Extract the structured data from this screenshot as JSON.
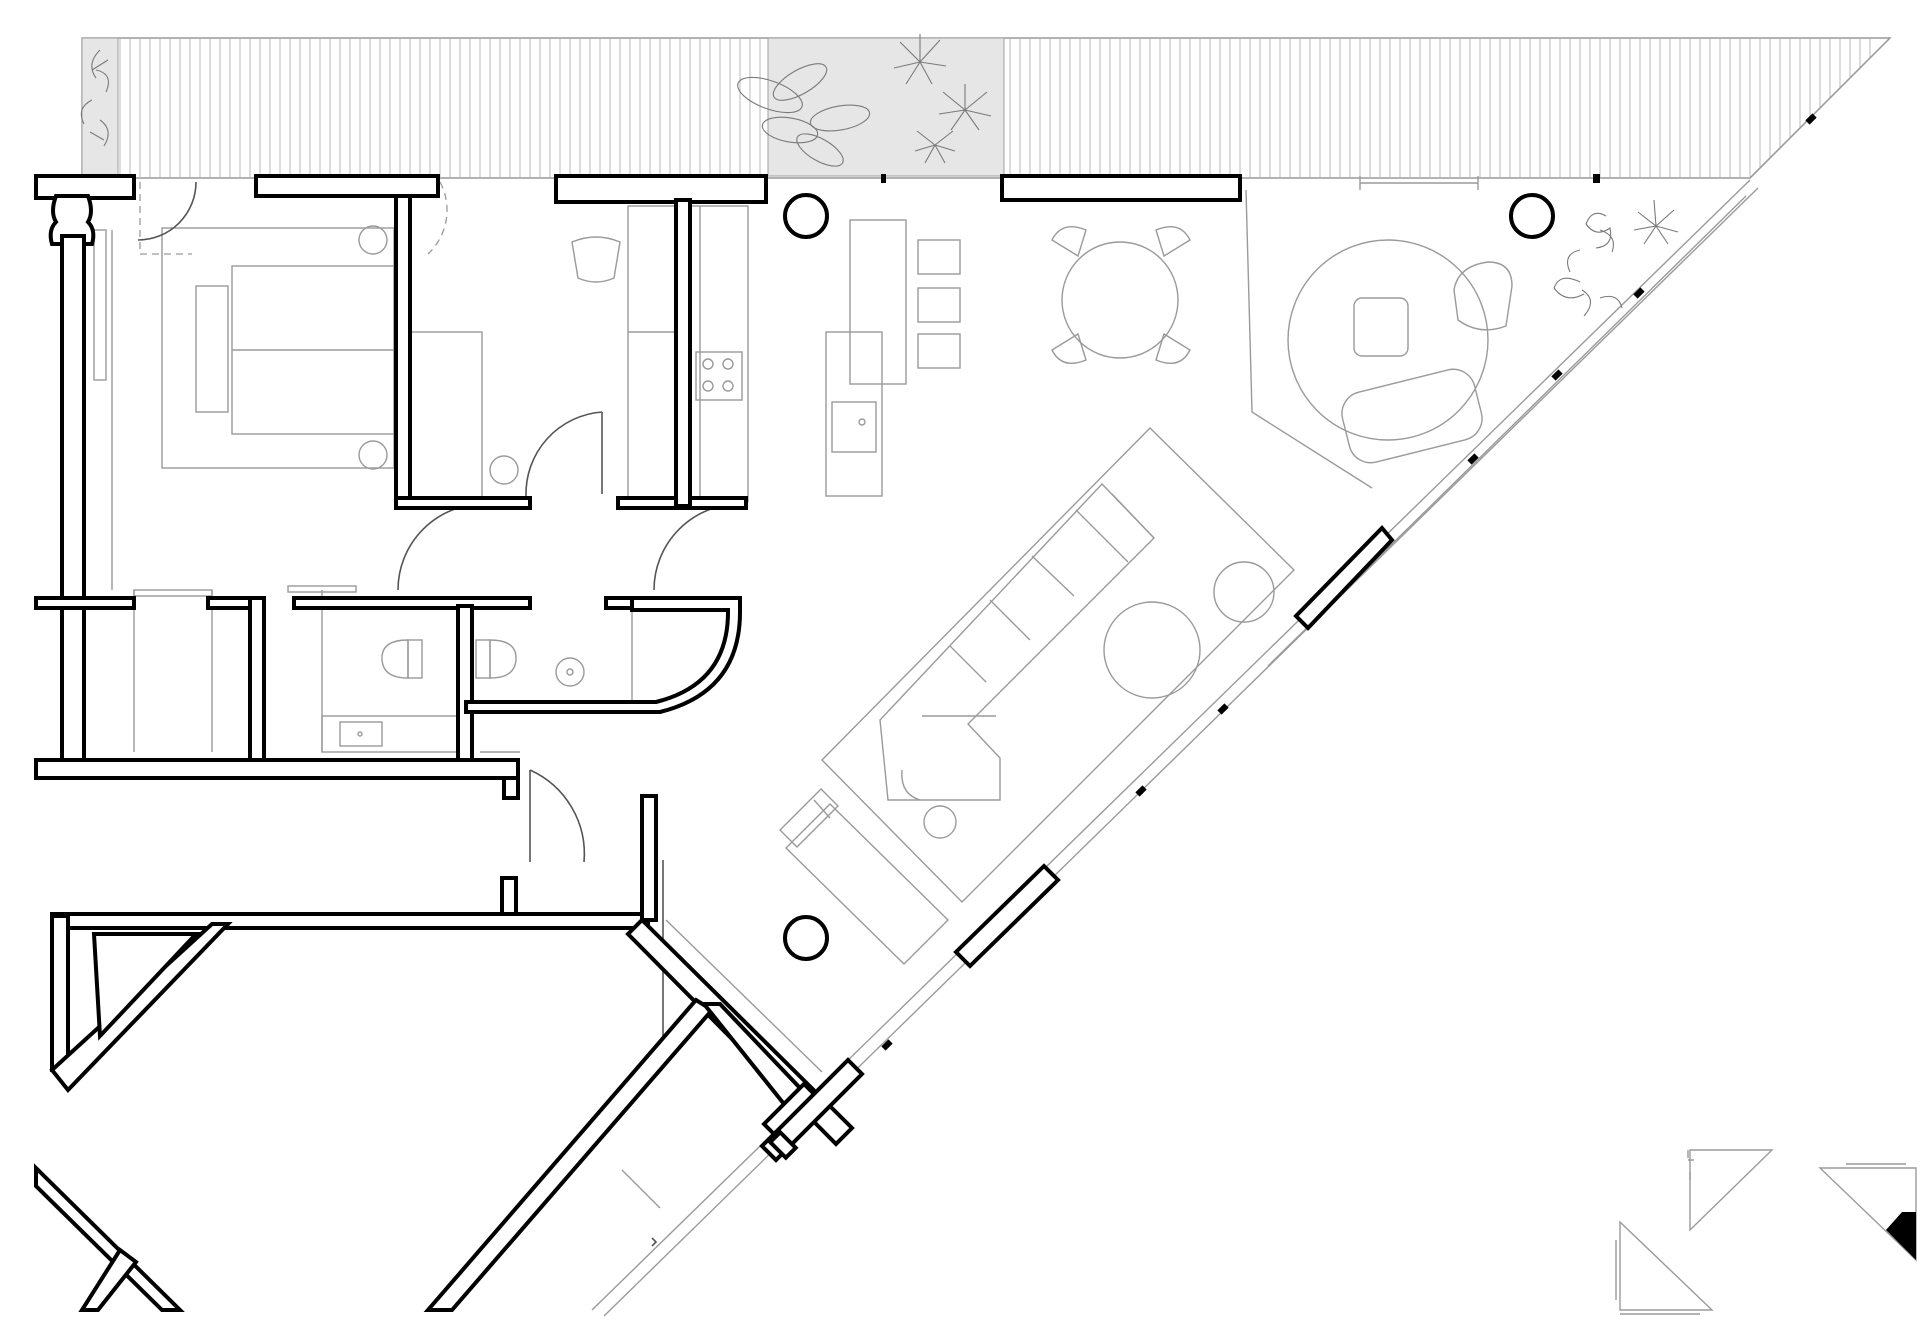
{
  "drawing": {
    "type": "architectural floor plan",
    "style": "black and white line drawing",
    "colors": {
      "wall": "#000000",
      "furniture": "#9a9a9a",
      "planter": "#e6e6e6",
      "background": "#ffffff"
    }
  },
  "key_plan": {
    "count": 3,
    "highlighted_unit": "right",
    "highlight_color": "#000000"
  },
  "icons": [
    "plant-icon",
    "stove-icon",
    "sink-icon",
    "toilet-icon"
  ]
}
